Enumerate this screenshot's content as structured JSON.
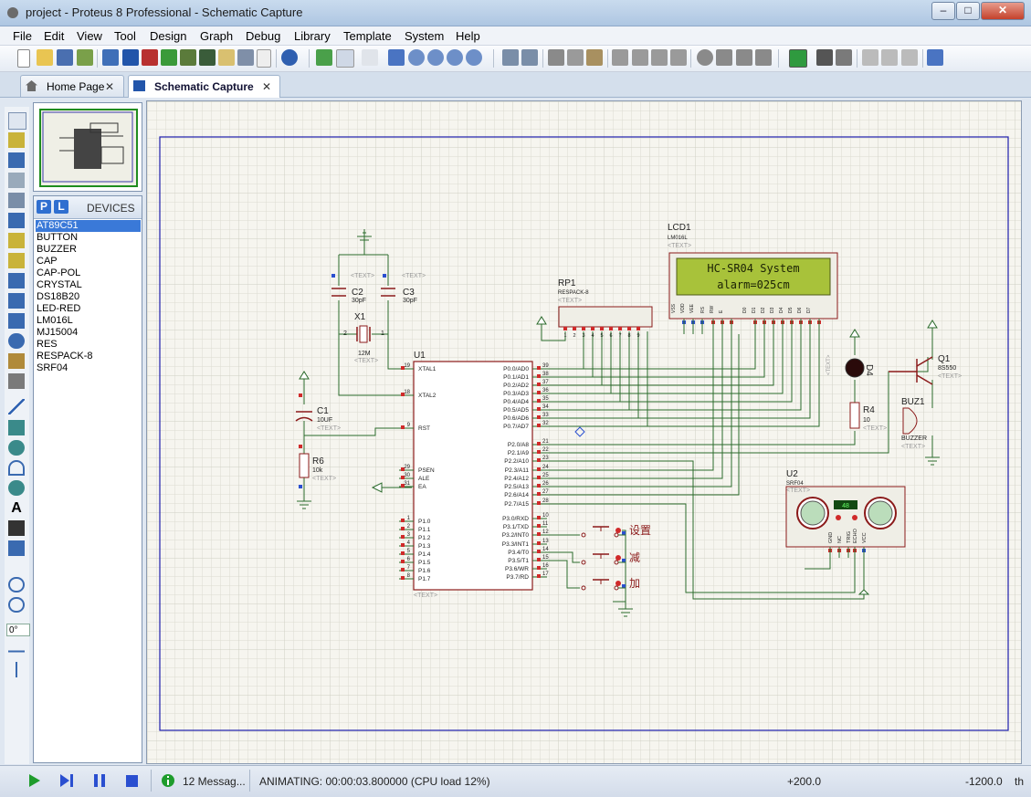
{
  "window": {
    "title": "project - Proteus 8 Professional - Schematic Capture",
    "btn_min": "–",
    "btn_max": "□",
    "btn_close": "✕"
  },
  "menu": [
    "File",
    "Edit",
    "View",
    "Tool",
    "Design",
    "Graph",
    "Debug",
    "Library",
    "Template",
    "System",
    "Help"
  ],
  "tabs": [
    {
      "label": "Home Page",
      "close": "✕"
    },
    {
      "label": "Schematic Capture",
      "close": "✕"
    }
  ],
  "sidebar": {
    "p_button": "P",
    "l_button": "L",
    "devices_title": "DEVICES",
    "devices": [
      "AT89C51",
      "BUTTON",
      "BUZZER",
      "CAP",
      "CAP-POL",
      "CRYSTAL",
      "DS18B20",
      "LED-RED",
      "LM016L",
      "MJ15004",
      "RES",
      "RESPACK-8",
      "SRF04"
    ],
    "selected_device": "AT89C51",
    "rotation": "0°"
  },
  "schematic": {
    "lcd": {
      "ref": "LCD1",
      "model": "LM016L",
      "text": "<TEXT>",
      "line1": "HC-SR04 System",
      "line2": "alarm=025cm",
      "pins": [
        "VSS",
        "VDD",
        "VEE",
        "RS",
        "RW",
        "E",
        "D0",
        "D1",
        "D2",
        "D3",
        "D4",
        "D5",
        "D6",
        "D7"
      ]
    },
    "rp1": {
      "ref": "RP1",
      "model": "RESPACK-8",
      "text": "<TEXT>",
      "pins": [
        "1",
        "2",
        "3",
        "4",
        "5",
        "6",
        "7",
        "8",
        "9"
      ]
    },
    "c2": {
      "ref": "C2",
      "value": "30pF",
      "text": "<TEXT>"
    },
    "c3": {
      "ref": "C3",
      "value": "30pF",
      "text": "<TEXT>"
    },
    "x1": {
      "ref": "X1",
      "value": "12M",
      "text": "<TEXT>",
      "pin_left": "2",
      "pin_right": "1"
    },
    "c1": {
      "ref": "C1",
      "value": "10UF",
      "text": "<TEXT>"
    },
    "r6": {
      "ref": "R6",
      "value": "10k",
      "text": "<TEXT>"
    },
    "u1": {
      "ref": "U1",
      "text": "<TEXT>",
      "left_pins": [
        {
          "num": "19",
          "name": "XTAL1"
        },
        {
          "num": "18",
          "name": "XTAL2"
        },
        {
          "num": "9",
          "name": "RST"
        },
        {
          "num": "29",
          "name": "PSEN"
        },
        {
          "num": "30",
          "name": "ALE"
        },
        {
          "num": "31",
          "name": "EA"
        },
        {
          "num": "1",
          "name": "P1.0"
        },
        {
          "num": "2",
          "name": "P1.1"
        },
        {
          "num": "3",
          "name": "P1.2"
        },
        {
          "num": "4",
          "name": "P1.3"
        },
        {
          "num": "5",
          "name": "P1.4"
        },
        {
          "num": "6",
          "name": "P1.5"
        },
        {
          "num": "7",
          "name": "P1.6"
        },
        {
          "num": "8",
          "name": "P1.7"
        }
      ],
      "right_pins": [
        {
          "num": "39",
          "name": "P0.0/AD0"
        },
        {
          "num": "38",
          "name": "P0.1/AD1"
        },
        {
          "num": "37",
          "name": "P0.2/AD2"
        },
        {
          "num": "36",
          "name": "P0.3/AD3"
        },
        {
          "num": "35",
          "name": "P0.4/AD4"
        },
        {
          "num": "34",
          "name": "P0.5/AD5"
        },
        {
          "num": "33",
          "name": "P0.6/AD6"
        },
        {
          "num": "32",
          "name": "P0.7/AD7"
        },
        {
          "num": "21",
          "name": "P2.0/A8"
        },
        {
          "num": "22",
          "name": "P2.1/A9"
        },
        {
          "num": "23",
          "name": "P2.2/A10"
        },
        {
          "num": "24",
          "name": "P2.3/A11"
        },
        {
          "num": "25",
          "name": "P2.4/A12"
        },
        {
          "num": "26",
          "name": "P2.5/A13"
        },
        {
          "num": "27",
          "name": "P2.6/A14"
        },
        {
          "num": "28",
          "name": "P2.7/A15"
        },
        {
          "num": "10",
          "name": "P3.0/RXD"
        },
        {
          "num": "11",
          "name": "P3.1/TXD"
        },
        {
          "num": "12",
          "name": "P3.2/INT0"
        },
        {
          "num": "13",
          "name": "P3.3/INT1"
        },
        {
          "num": "14",
          "name": "P3.4/T0"
        },
        {
          "num": "15",
          "name": "P3.5/T1"
        },
        {
          "num": "16",
          "name": "P3.6/WR"
        },
        {
          "num": "17",
          "name": "P3.7/RD"
        }
      ]
    },
    "d4": {
      "ref": "D4",
      "text": "<TEXT>"
    },
    "r4": {
      "ref": "R4",
      "value": "10",
      "text": "<TEXT>"
    },
    "q1": {
      "ref": "Q1",
      "model": "8S550",
      "text": "<TEXT>"
    },
    "buz1": {
      "ref": "BUZ1",
      "model": "BUZZER",
      "text": "<TEXT>"
    },
    "u2": {
      "ref": "U2",
      "model": "SRF04",
      "text": "<TEXT>",
      "display": "48",
      "pins": [
        "GND",
        "NC",
        "TRIG",
        "ECHO",
        "VCC"
      ]
    },
    "buttons": [
      "设置",
      "减",
      "加"
    ]
  },
  "status": {
    "messages": "12 Messag...",
    "animating": "ANIMATING: 00:00:03.800000 (CPU load 12%)",
    "x": "+200.0",
    "y": "-1200.0",
    "unit": "th"
  },
  "colors": {
    "wire": "#2b6a2b",
    "component": "#8b1a1a",
    "lcd_bg": "#a8c23a",
    "sheet_border": "#1d1dab"
  }
}
